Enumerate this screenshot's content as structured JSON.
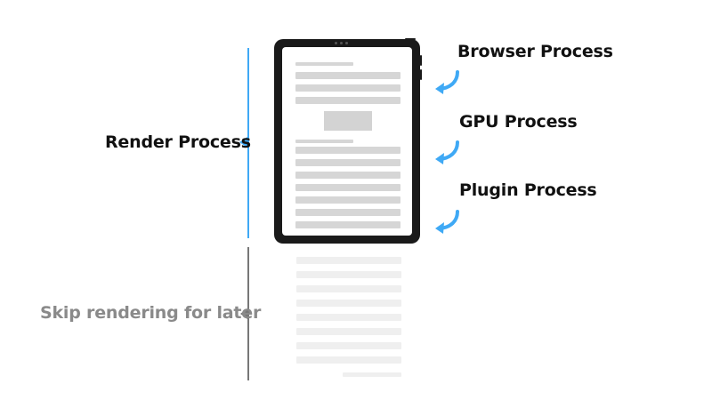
{
  "labels": {
    "browser_process": "Browser Process",
    "gpu_process": "GPU Process",
    "plugin_process": "Plugin Process",
    "render_process": "Render Process",
    "skip_rendering": "Skip rendering for later"
  },
  "colors": {
    "accent": "#3fa9f5",
    "muted": "#8a8a8a",
    "bar_rendered": "#d6d6d6",
    "bar_skipped": "#efefef",
    "device": "#1a1a1a"
  },
  "icons": {
    "tablet": "tablet-device-icon",
    "arrow": "curved-arrow-icon"
  }
}
